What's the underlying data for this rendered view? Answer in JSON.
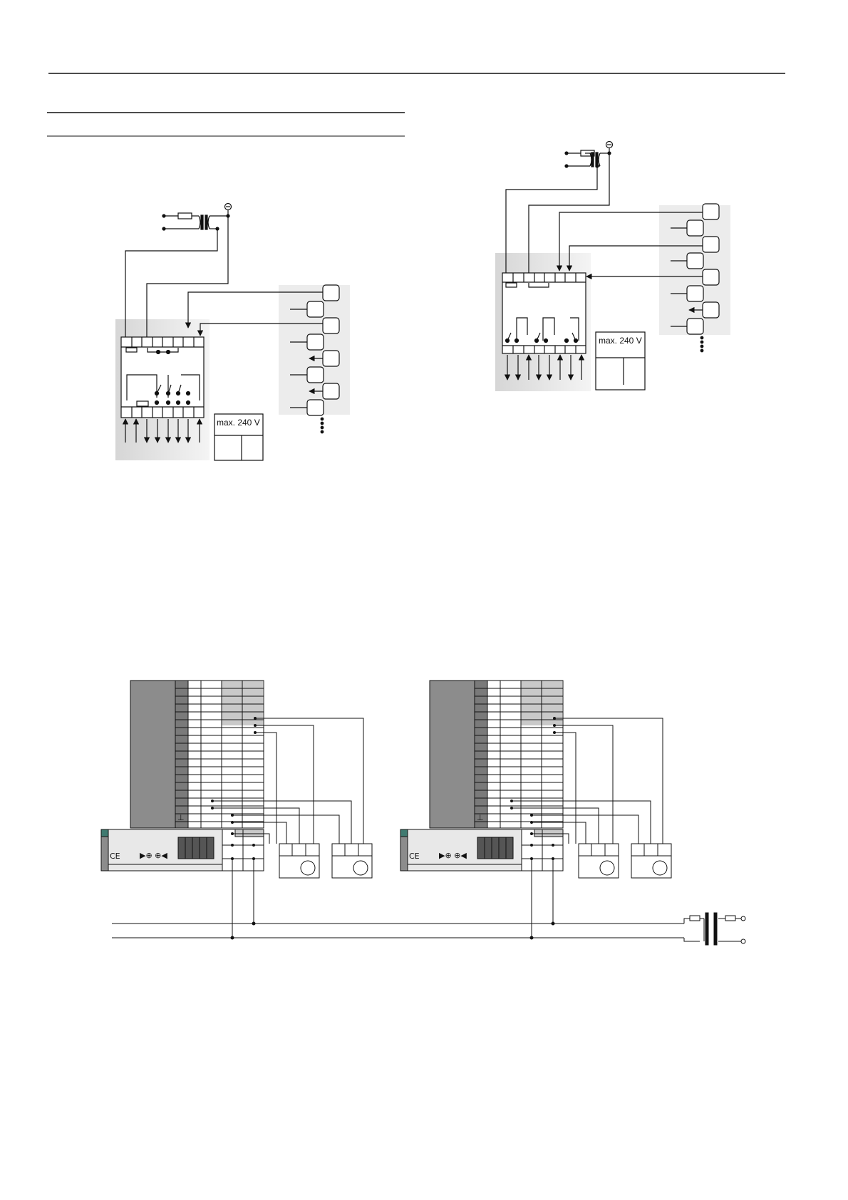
{
  "diagram_1": {
    "rating_label": "max. 240 V"
  },
  "diagram_2": {
    "rating_label": "max. 240 V"
  },
  "bottom": {
    "ce_mark": "CE",
    "module_symbol": "▶⊕ ⊕◀",
    "terminal_mark": "⊥"
  },
  "colors": {
    "line": "#111111",
    "panel_shade": "#e6e6e6",
    "cabinet": "#8c8c8c",
    "highlight": "#c9c9c9"
  }
}
